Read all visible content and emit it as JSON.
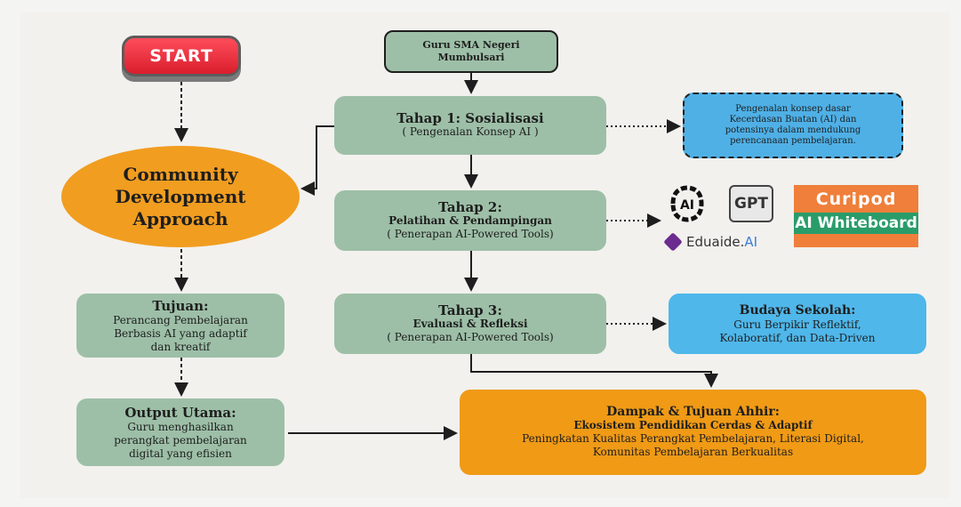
{
  "start": {
    "label": "START"
  },
  "guru": {
    "line1": "Guru SMA Negeri",
    "line2": "Mumbulsari"
  },
  "stages": [
    {
      "title": "Tahap 1: Sosialisasi",
      "subtitle": "",
      "detail": "( Pengenalan Konsep AI )"
    },
    {
      "title": "Tahap 2:",
      "subtitle": "Pelatihan & Pendampingan",
      "detail": "( Penerapan AI-Powered Tools)"
    },
    {
      "title": "Tahap 3:",
      "subtitle": "Evaluasi & Refleksi",
      "detail": "( Penerapan AI-Powered Tools)"
    }
  ],
  "cda": {
    "line1": "Community",
    "line2": "Development",
    "line3": "Approach"
  },
  "tujuan": {
    "title": "Tujuan:",
    "line1": "Perancang Pembelajaran",
    "line2": "Berbasis AI yang adaptif",
    "line3": "dan kreatif"
  },
  "output": {
    "title": "Output Utama:",
    "line1": "Guru menghasilkan",
    "line2": "perangkat pembelajaran",
    "line3": "digital yang efisien"
  },
  "info": {
    "line1": "Pengenalan konsep dasar",
    "line2": "Kecerdasan Buatan (AI) dan",
    "line3": "potensinya dalam mendukung",
    "line4": "perencanaan pembelajaran."
  },
  "budaya": {
    "title": "Budaya Sekolah:",
    "line1": "Guru Berpikir Reflektif,",
    "line2": "Kolaboratif, dan Data-Driven"
  },
  "dampak": {
    "title": "Dampak & Tujuan Ahhir:",
    "subtitle": "Ekosistem Pendidikan Cerdas & Adaptif",
    "line1": "Peningkatan Kualitas Perangkat Pembelajaran, Literasi Digital,",
    "line2": "Komunitas Pembelajaran Berkualitas"
  },
  "logos": {
    "ai": "AI",
    "gpt": "GPT",
    "curipod": "Curipod",
    "whiteboard": "AI Whiteboard",
    "eduaide_main": "Eduaide.",
    "eduaide_ai": "AI"
  },
  "colors": {
    "green_box": "#9dbfa7",
    "orange": "#f19d20",
    "blue": "#4fb7ea",
    "start_red": "#e8283a"
  }
}
